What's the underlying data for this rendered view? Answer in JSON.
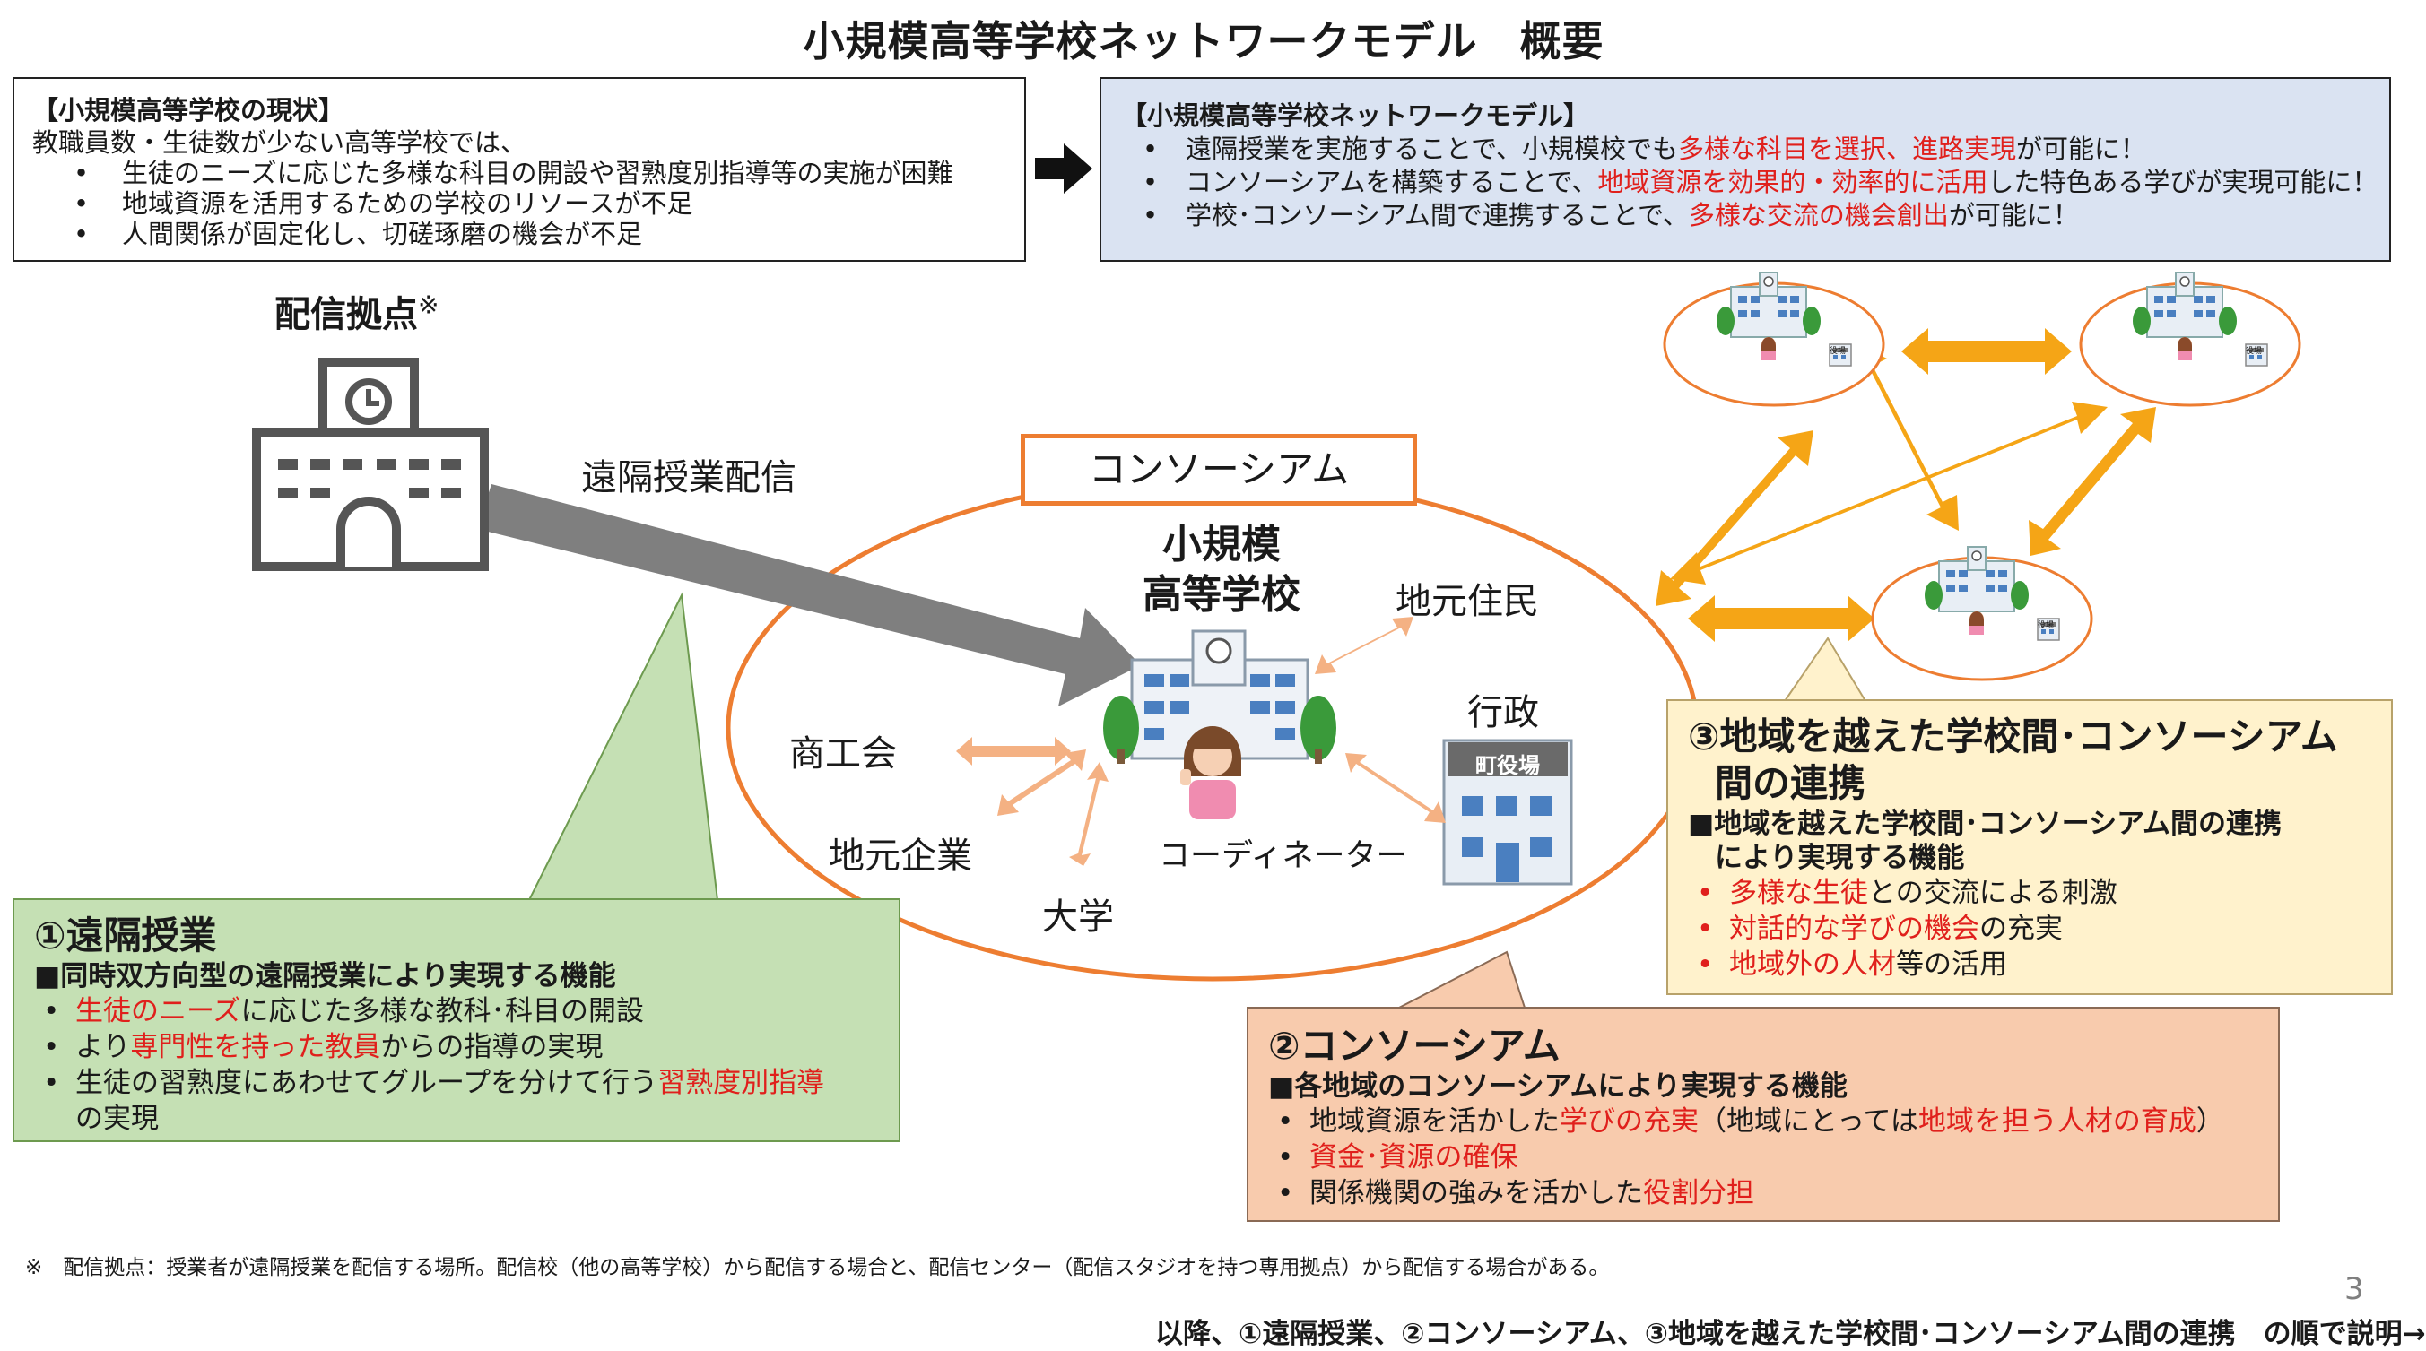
{
  "title": "小規模高等学校ネットワークモデル　概要",
  "status_box": {
    "heading": "【小規模高等学校の現状】",
    "intro": "教職員数・生徒数が少ない高等学校では、",
    "items": [
      "生徒のニーズに応じた多様な科目の開設や習熟度別指導等の実施が困難",
      "地域資源を活用するための学校のリソースが不足",
      "人間関係が固定化し、切磋琢磨の機会が不足"
    ]
  },
  "model_box": {
    "heading": "【小規模高等学校ネットワークモデル】",
    "items": [
      {
        "a": "遠隔授業を実施することで、小規模校でも",
        "r": "多様な科目を選択、進路実現",
        "b": "が可能に！"
      },
      {
        "a": "コンソーシアムを構築することで、",
        "r": "地域資源を効果的・効率的に活用",
        "b": "した特色ある学びが実現可能に！"
      },
      {
        "a": "学校･コンソーシアム間で連携することで、",
        "r": "多様な交流の機会創出",
        "b": "が可能に！"
      }
    ]
  },
  "hub": {
    "label": "配信拠点",
    "mark": "※"
  },
  "remote_label": "遠隔授業配信",
  "consortium": {
    "tag": "コンソーシアム",
    "school_line1": "小規模",
    "school_line2": "高等学校",
    "coordinator": "コーディネーター",
    "members": [
      "地元住民",
      "行政",
      "商工会",
      "地元企業",
      "大学"
    ],
    "town_hall_sign": "町役場"
  },
  "mini_school_sign": "役場",
  "panel1": {
    "title": "①遠隔授業",
    "subtitle": "■同時双方向型の遠隔授業により実現する機能",
    "items": [
      {
        "a": "",
        "r": "生徒のニーズ",
        "b": "に応じた多様な教科･科目の開設"
      },
      {
        "a": "より",
        "r": "専門性を持った教員",
        "b": "からの指導の実現"
      },
      {
        "a": "生徒の習熟度にあわせてグループを分けて行う",
        "r": "習熟度別指導",
        "b": ""
      }
    ],
    "item3_cont": "の実現"
  },
  "panel2": {
    "title": "②コンソーシアム",
    "subtitle": "■各地域のコンソーシアムにより実現する機能",
    "items": [
      {
        "a": "地域資源を活かした",
        "r": "学びの充実",
        "b": "（地域にとっては",
        "r2": "地域を担う人材の育成",
        "c": "）"
      },
      {
        "a": "",
        "r": "資金･資源の確保",
        "b": "",
        "r2": "",
        "c": ""
      },
      {
        "a": "関係機関の強みを活かした",
        "r": "役割分担",
        "b": "",
        "r2": "",
        "c": ""
      }
    ]
  },
  "panel3": {
    "title_line1": "③地域を越えた学校間･コンソーシアム",
    "title_line2": "間の連携",
    "subtitle_line1": "■地域を越えた学校間･コンソーシアム間の連携",
    "subtitle_line2": "により実現する機能",
    "items": [
      {
        "r": "多様な生徒",
        "b": "との交流による刺激"
      },
      {
        "r": "対話的な学びの機会",
        "b": "の充実"
      },
      {
        "r": "地域外の人材",
        "b": "等の活用"
      }
    ]
  },
  "footnote": "※　配信拠点：授業者が遠隔授業を配信する場所。配信校（他の高等学校）から配信する場合と、配信センター（配信スタジオを持つ専用拠点）から配信する場合がある。",
  "page_number": "3",
  "footer": "以降、①遠隔授業、②コンソーシアム、③地域を越えた学校間･コンソーシアム間の連携　の順で説明→",
  "colors": {
    "accent_orange": "#ed7d31",
    "arrow_gold": "#f5a516",
    "arrow_peach": "#f4b183",
    "arrow_gray": "#7f7f7f",
    "red_text": "#e0201c"
  }
}
